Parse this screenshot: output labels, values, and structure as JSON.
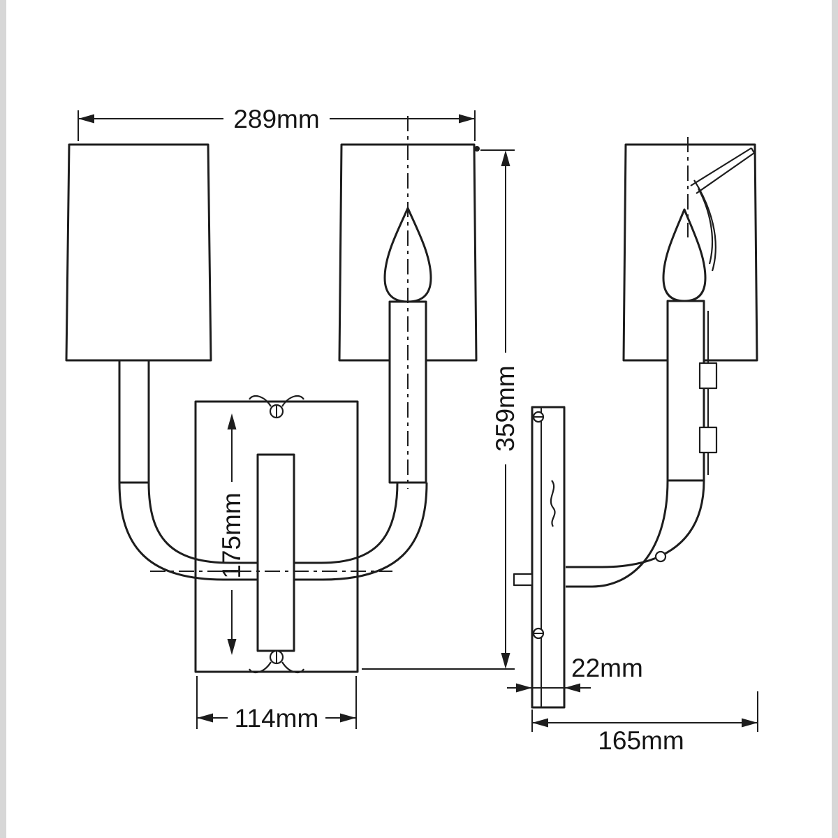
{
  "colors": {
    "background": "#ffffff",
    "line": "#1d1d1d",
    "text": "#151515",
    "edge_strip": "#d7d7d7"
  },
  "dims": {
    "overall_width": "289mm",
    "overall_height": "359mm",
    "mount_height": "175mm",
    "backplate_width": "114mm",
    "backplate_depth": "22mm",
    "projection": "165mm"
  }
}
